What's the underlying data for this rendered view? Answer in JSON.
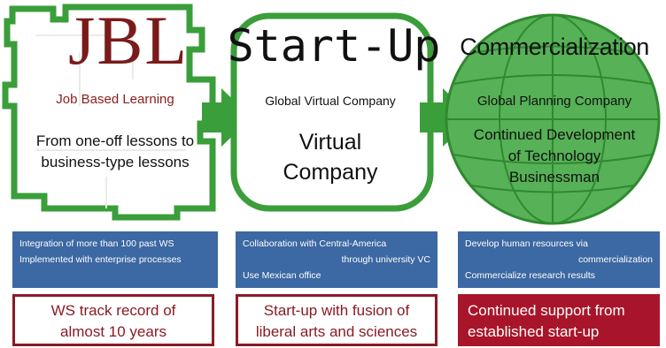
{
  "jbl": {
    "title": "JBL",
    "subtitle": "Job Based Learning",
    "desc_lines": [
      "From one-off lessons to",
      "business-type lessons"
    ]
  },
  "startup": {
    "title": "Start-Up",
    "subtitle": "Global Virtual Company",
    "desc_lines": [
      "Virtual",
      "Company"
    ]
  },
  "commercialization": {
    "title": "Commercialization",
    "subtitle": "Global Planning Company",
    "desc_lines": [
      "Continued Development",
      "of Technology",
      "Businessman"
    ]
  },
  "info_boxes": [
    {
      "lines": [
        "Integration of more than 100 past WS",
        "Implemented with enterprise processes"
      ]
    },
    {
      "lines": [
        "Collaboration with Central-America",
        "through university VC",
        "Use Mexican office"
      ]
    },
    {
      "lines": [
        "Develop human resources via",
        "commercialization",
        "Commercialize research results"
      ]
    }
  ],
  "outcomes": [
    {
      "lines": [
        "WS track record of",
        "almost 10 years"
      ]
    },
    {
      "lines": [
        "Start-up with fusion of",
        "liberal arts and sciences"
      ]
    },
    {
      "lines": [
        "Continued support from",
        "established start-up"
      ]
    }
  ],
  "colors": {
    "green": "#3a9e3a",
    "globe_fill": "#57b157",
    "maroon": "#8a1b24",
    "blue": "#3c68a3",
    "crimson": "#a8152a"
  }
}
